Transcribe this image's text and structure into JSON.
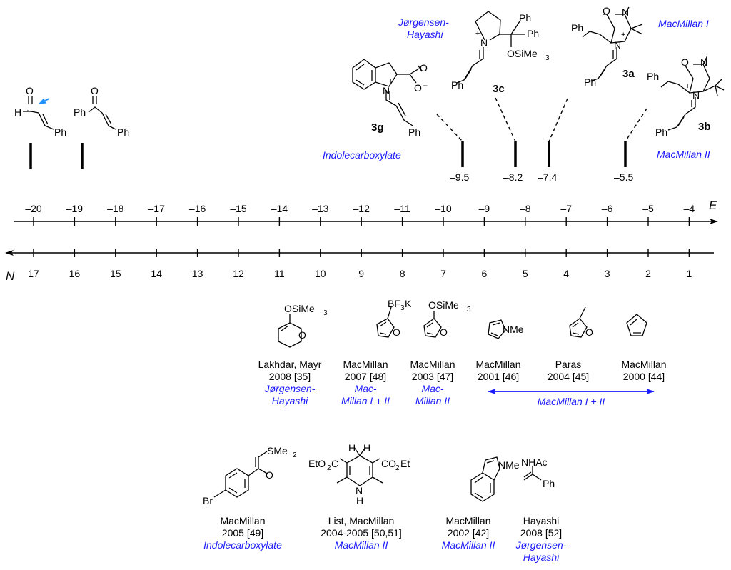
{
  "e_axis": {
    "label": "E",
    "ticks": [
      "–20",
      "–19",
      "–18",
      "–17",
      "–16",
      "–15",
      "–14",
      "–13",
      "–12",
      "–11",
      "–10",
      "–9",
      "–8",
      "–7",
      "–6",
      "–5",
      "–4"
    ]
  },
  "n_axis": {
    "label": "N",
    "ticks": [
      "17",
      "16",
      "15",
      "14",
      "13",
      "12",
      "11",
      "10",
      "9",
      "8",
      "7",
      "6",
      "5",
      "4",
      "3",
      "2",
      "1"
    ]
  },
  "electrophiles": {
    "e_values": [
      "–9.5",
      "–8.2",
      "–7.4",
      "–5.5"
    ],
    "ion_3g": {
      "label": "3g",
      "catalyst": "Indolecarboxylate"
    },
    "ion_3c": {
      "label": "3c",
      "catalyst_line1": "Jørgensen-",
      "catalyst_line2": "Hayashi"
    },
    "ion_3a": {
      "label": "3a",
      "catalyst": "MacMillan I"
    },
    "ion_3b": {
      "label": "3b",
      "catalyst": "MacMillan II"
    }
  },
  "atoms": {
    "H": "H",
    "O": "O",
    "N": "N",
    "Ph": "Ph",
    "plus": "+",
    "minus": "−",
    "OSiMe3": "OSiMe",
    "three": "3",
    "BF3K_a": "BF",
    "BF3K_b": "K",
    "NMe": "NMe",
    "SMe2": "SMe",
    "two": "2",
    "Br": "Br",
    "EtO2C_a": "EtO",
    "EtO2C_b": "C",
    "CO2Et_a": "CO",
    "CO2Et_b": "Et",
    "NHAc": "NHAc"
  },
  "nucleophiles_row1": [
    {
      "ref1": "Lakhdar, Mayr",
      "ref2": "2008 [35]",
      "cat1": "Jørgensen-",
      "cat2": "Hayashi"
    },
    {
      "ref1": "MacMillan",
      "ref2": "2007 [48]",
      "cat1": "Mac-",
      "cat2": "Millan I + II"
    },
    {
      "ref1": "MacMillan",
      "ref2": "2003 [47]",
      "cat1": "Mac-",
      "cat2": "Millan II"
    },
    {
      "ref1": "MacMillan",
      "ref2": "2001 [46]"
    },
    {
      "ref1": "Paras",
      "ref2": "2004 [45]"
    },
    {
      "ref1": "MacMillan",
      "ref2": "2000 [44]"
    }
  ],
  "range_label": "MacMillan I + II",
  "nucleophiles_row2": [
    {
      "ref1": "MacMillan",
      "ref2": "2005 [49]",
      "cat1": "Indolecarboxylate"
    },
    {
      "ref1": "List, MacMillan",
      "ref2": "2004-2005 [50,51]",
      "cat1": "MacMillan II"
    },
    {
      "ref1": "MacMillan",
      "ref2": "2002 [42]",
      "cat1": "MacMillan II"
    },
    {
      "ref1": "Hayashi",
      "ref2": "2008 [52]",
      "cat1": "Jørgensen-",
      "cat2": "Hayashi"
    }
  ],
  "colors": {
    "accent": "#1a1aff",
    "arrow_marker": "#1e90ff",
    "ink": "#000000"
  }
}
